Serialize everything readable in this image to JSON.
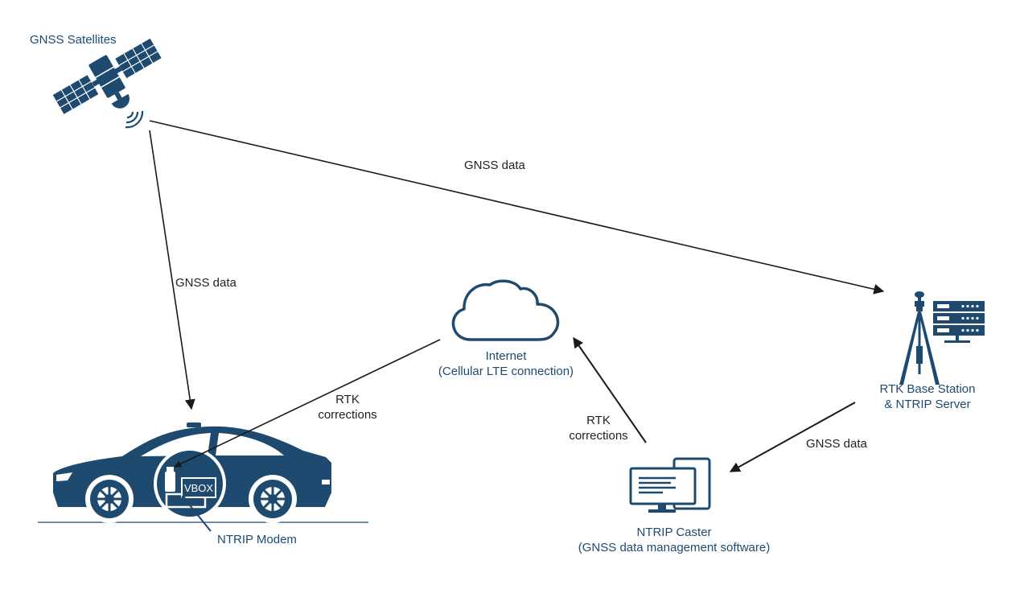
{
  "colors": {
    "primary": "#1f4a70",
    "arrow": "#1a1a1a",
    "background": "#ffffff"
  },
  "nodes": {
    "satellite": {
      "label": "GNSS Satellites",
      "icon": "satellite-icon"
    },
    "internet": {
      "label_line1": "Internet",
      "label_line2": "(Cellular LTE connection)",
      "icon": "cloud-icon"
    },
    "base_station": {
      "label_line1": "RTK Base Station",
      "label_line2": "& NTRIP Server",
      "icon": "base-station-server-icon"
    },
    "caster": {
      "label_line1": "NTRIP Caster",
      "label_line2": "(GNSS data management software)",
      "icon": "computer-icon"
    },
    "car": {
      "icon": "car-icon",
      "vbox_text": "VBOX",
      "modem_label": "NTRIP Modem"
    }
  },
  "edges": {
    "sat_to_base": {
      "label": "GNSS data"
    },
    "sat_to_car": {
      "label": "GNSS data"
    },
    "base_to_caster": {
      "label": "GNSS data"
    },
    "caster_to_internet": {
      "label_line1": "RTK",
      "label_line2": "corrections"
    },
    "internet_to_car": {
      "label_line1": "RTK",
      "label_line2": "corrections"
    }
  }
}
